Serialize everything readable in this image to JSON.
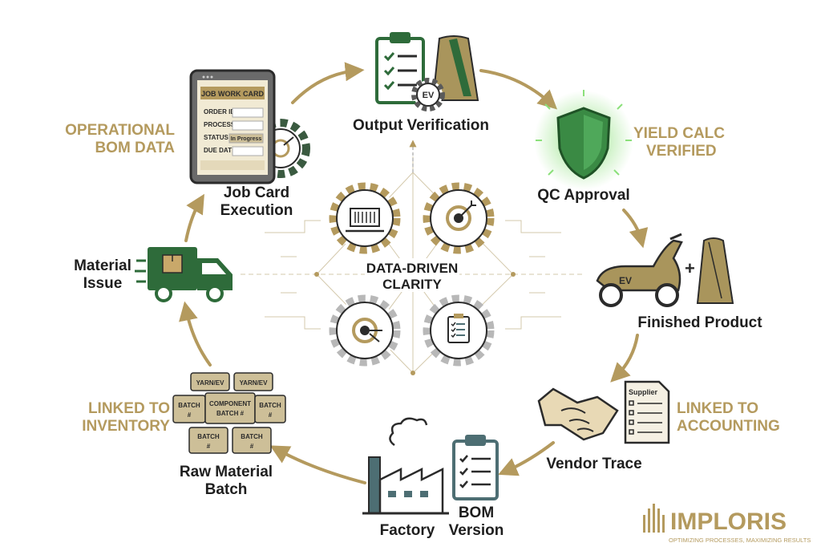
{
  "center": {
    "title_line1": "DATA-DRIVEN",
    "title_line2": "CLARITY"
  },
  "nodes": {
    "output_verification": "Output Verification",
    "qc_approval": "QC Approval",
    "finished_product": "Finished Product",
    "vendor_trace": "Vendor Trace",
    "factory": "Factory",
    "bom_version_line1": "BOM",
    "bom_version_line2": "Version",
    "raw_material_line1": "Raw Material",
    "raw_material_line2": "Batch",
    "material_issue_line1": "Material",
    "material_issue_line2": "Issue",
    "job_card_line1": "Job Card",
    "job_card_line2": "Execution"
  },
  "tags": {
    "operational_line1": "OPERATIONAL",
    "operational_line2": "BOM DATA",
    "yield_line1": "YIELD CALC",
    "yield_line2": "VERIFIED",
    "inventory_line1": "LINKED TO",
    "inventory_line2": "INVENTORY",
    "accounting_line1": "LINKED TO",
    "accounting_line2": "ACCOUNTING"
  },
  "job_card": {
    "header": "JOB WORK CARD",
    "order_id": "ORDER ID",
    "process": "PROCESS",
    "status": "STATUS",
    "status_value": "In Progress",
    "due_date": "DUE DATE"
  },
  "batch_boxes": {
    "yarn1": "YARN/EV",
    "yarn2": "YARN/EV",
    "batch_left": "BATCH",
    "component_line1": "COMPONENT",
    "component_line2": "BATCH #",
    "batch_right": "BATCH",
    "batch_bottom_left": "BATCH",
    "batch_bottom_right": "BATCH",
    "hash": "#"
  },
  "icons": {
    "ev_badge": "EV",
    "scooter_badge": "EV",
    "plus": "+",
    "supplier": "Supplier"
  },
  "brand": {
    "name": "IMPLORIS",
    "tagline": "OPTIMIZING PROCESSES, MAXIMIZING RESULTS"
  },
  "colors": {
    "gold": "#b49a5e",
    "green": "#2e6b3a",
    "dark": "#1e1e1e",
    "teal": "#4d6e73"
  }
}
